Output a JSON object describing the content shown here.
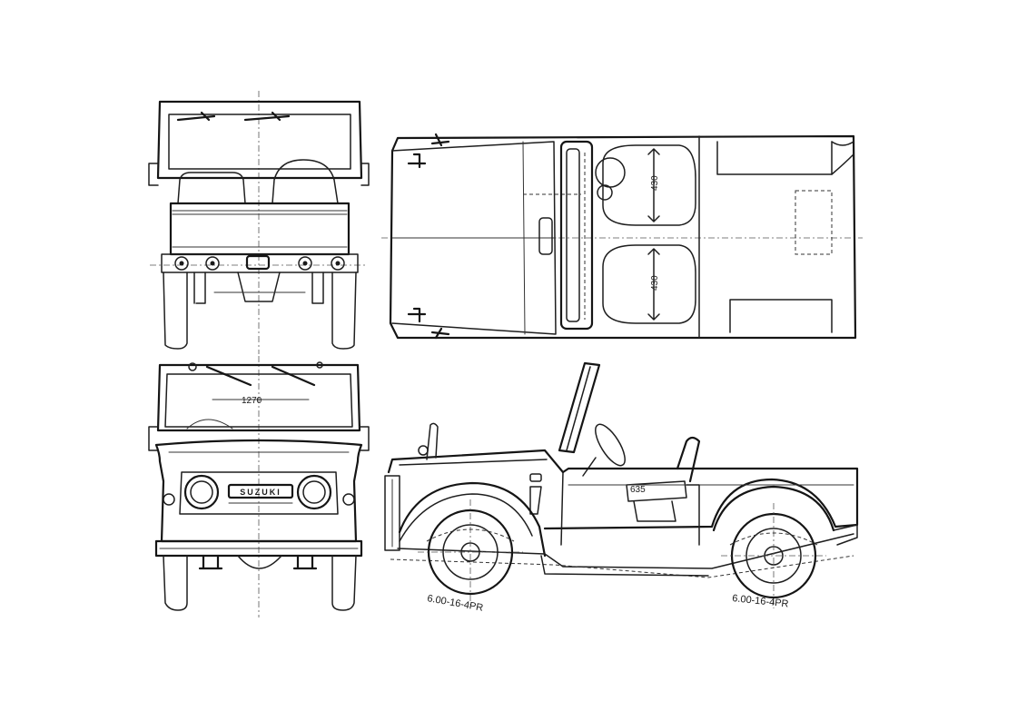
{
  "front_view": {
    "width_dimension": "1270",
    "grille_badge": "SUZUKI"
  },
  "top_view": {
    "front_seat_dimension": "430",
    "rear_seat_dimension": "430"
  },
  "side_view": {
    "seat_dimension": "635",
    "front_tire_label": "6.00-16-4PR",
    "rear_tire_label": "6.00-16-4PR"
  }
}
